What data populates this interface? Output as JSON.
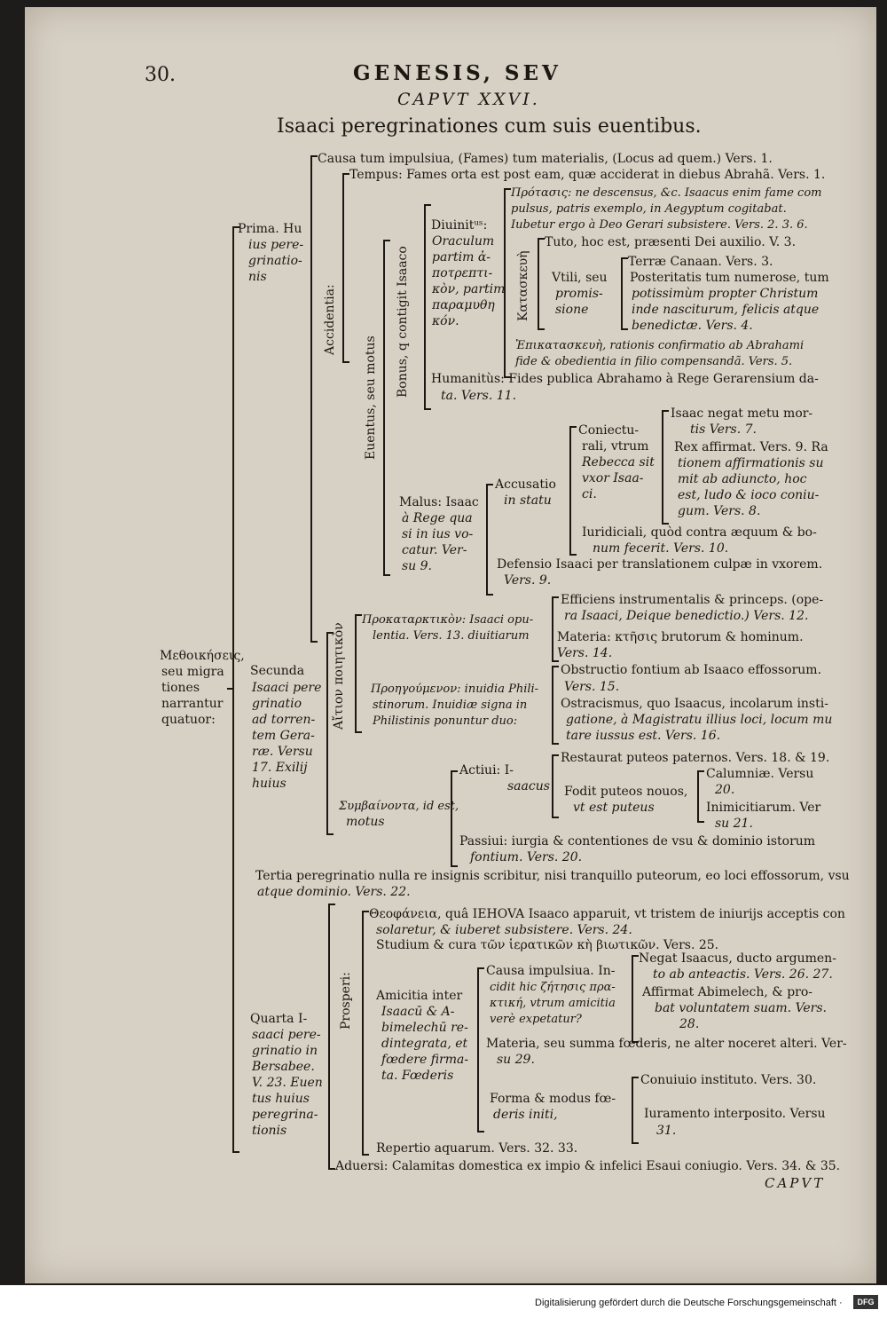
{
  "header": {
    "folio": "30.",
    "running_head": "GENESIS, SEV",
    "chapter": "CAPVT XXVI.",
    "title": "Isaaci peregrinationes cum suis euentibus."
  },
  "root": {
    "l1": "Μεθοικήσεις,",
    "l2": "seu migra",
    "l3": "tiones",
    "l4": "narrantur",
    "l5": "quatuor:"
  },
  "prima": {
    "label_l1": "Prima. Hu",
    "label_l2": "ius pere-",
    "label_l3": "grinatio-",
    "label_l4": "nis",
    "causa": "Causa tum impulsiua, (Fames) tum materialis, (Locus ad quem.) Vers. 1.",
    "tempus": "Tempus: Fames orta est post eam, quæ acciderat in diebus Abrahã. Vers. 1.",
    "accidentia": "Accidentia:",
    "euentus": "Euentus, seu motus",
    "bonus": "Bonus, q contigit Isaaco",
    "diuinit_l1": "Diuinitᵘˢ:",
    "diuinit_l2": "Oraculum",
    "diuinit_l3": "partim ἀ-",
    "diuinit_l4": "ποτρεπτι-",
    "diuinit_l5": "κὸν, partim",
    "diuinit_l6": "παραμυθη",
    "diuinit_l7": "κόν.",
    "protasis_l1": "Πρότασις: ne descensus, &c. Isaacus enim fame com",
    "protasis_l2": "pulsus, patris exemplo, in Aegyptum cogitabat.",
    "protasis_l3": "Iubetur ergo à Deo Gerari subsistere. Vers. 2. 3. 6.",
    "kataskeue": "Κατασκευὴ",
    "tuto": "Tuto, hoc est, præsenti Dei auxilio. V. 3.",
    "vtili_l1": "Vtili, seu",
    "vtili_l2": "promis-",
    "vtili_l3": "sione",
    "terrae": "Terræ Canaan. Vers. 3.",
    "post_l1": "Posteritatis tum numerose, tum",
    "post_l2": "potissimùm propter Christum",
    "post_l3": "inde nasciturum, felicis atque",
    "post_l4": "benedictæ. Vers. 4.",
    "epikat_l1": "Ἐπικατασκευὴ, rationis confirmatio ab Abrahami",
    "epikat_l2": "fide & obedientia in filio compensandã. Vers. 5.",
    "human_l1": "Humanitùs: Fides publica Abrahamo à Rege Gerarensium da-",
    "human_l2": "ta. Vers. 11.",
    "malus_l1": "Malus: Isaac",
    "malus_l2": "à Rege qua",
    "malus_l3": "si in ius vo-",
    "malus_l4": "catur. Ver-",
    "malus_l5": "su 9.",
    "accus_l1": "Accusatio",
    "accus_l2": "in statu",
    "coniec_l1": "Coniectu-",
    "coniec_l2": "rali, vtrum",
    "coniec_l3": "Rebecca sit",
    "coniec_l4": "vxor Isaa-",
    "coniec_l5": "ci.",
    "isaac_neg_l1": "Isaac negat metu mor-",
    "isaac_neg_l2": "tis Vers. 7.",
    "rex_l1": "Rex affirmat. Vers. 9. Ra",
    "rex_l2": "tionem affirmationis su",
    "rex_l3": "mit ab adiuncto, hoc",
    "rex_l4": "est, ludo & ioco coniu-",
    "rex_l5": "gum. Vers. 8.",
    "iurid_l1": "Iuridiciali, quòd contra æquum & bo-",
    "iurid_l2": "num fecerit. Vers. 10.",
    "defens_l1": "Defensio Isaaci per translationem culpæ in vxorem.",
    "defens_l2": "Vers. 9."
  },
  "secunda": {
    "label_l1": "Secunda",
    "label_l2": "Isaaci pere",
    "label_l3": "grinatio",
    "label_l4": "ad torren-",
    "label_l5": "tem Gera-",
    "label_l6": "ræ. Versu",
    "label_l7": "17. Exilij",
    "label_l8": "huius",
    "aitiou": "Αἴτιον ποιητικὸν",
    "prokat_l1": "Προκαταρκτικὸν: Isaaci opu-",
    "prokat_l2": "lentia. Vers. 13. diuitiarum",
    "efficiens_l1": "Efficiens instrumentalis & princeps. (ope-",
    "efficiens_l2": "ra Isaaci, Deique benedictio.) Vers. 12.",
    "materia_l1": "Materia: κτῆσις brutorum & hominum.",
    "materia_l2": "Vers. 14.",
    "proeg_l1": "Προηγούμενον: inuidia Phili-",
    "proeg_l2": "stinorum. Inuidiæ signa in",
    "proeg_l3": "Philistinis ponuntur duo:",
    "obstr_l1": "Obstructio fontium ab Isaaco effossorum.",
    "obstr_l2": "Vers. 15.",
    "ostr_l1": "Ostracismus, quo Isaacus, incolarum insti-",
    "ostr_l2": "gatione, à Magistratu illius loci, locum mu",
    "ostr_l3": "tare iussus est. Vers. 16.",
    "symb_l1": "Συμβαίνοντα, id est,",
    "symb_l2": "motus",
    "actiui_l1": "Actiui: I-",
    "actiui_l2": "saacus",
    "restaurat": "Restaurat puteos paternos. Vers. 18. & 19.",
    "fodit_l1": "Fodit puteos nouos,",
    "fodit_l2": "vt est puteus",
    "calum_l1": "Calumniæ. Versu",
    "calum_l2": "20.",
    "inim_l1": "Inimicitiarum. Ver",
    "inim_l2": "su 21.",
    "passiui_l1": "Passiui: iurgia & contentiones de vsu & dominio istorum",
    "passiui_l2": "fontium. Vers. 20."
  },
  "tertia": {
    "l1": "Tertia peregrinatio nulla re insignis scribitur, nisi tranquillo puteorum, eo loci effossorum, vsu",
    "l2": "atque dominio. Vers. 22."
  },
  "quarta": {
    "label_l1": "Quarta I-",
    "label_l2": "saaci pere-",
    "label_l3": "grinatio in",
    "label_l4": "Bersabee.",
    "label_l5": "V. 23. Euen",
    "label_l6": "tus huius",
    "label_l7": "peregrina-",
    "label_l8": "tionis",
    "prosperi": "Prosperi:",
    "theoph_l1": "Θεοφάνεια, quâ IEHOVA Isaaco apparuit, vt tristem de iniurijs acceptis con",
    "theoph_l2": "solaretur, & iuberet subsistere. Vers. 24.",
    "studium": "Studium & cura τῶν ἱερατικῶν κὴ βιωτικῶν. Vers. 25.",
    "amic_l1": "Amicitia inter",
    "amic_l2": "Isaacū & A-",
    "amic_l3": "bimelechū re-",
    "amic_l4": "dintegrata, et",
    "amic_l5": "fœdere firma-",
    "amic_l6": "ta. Fœderis",
    "causa_l1": "Causa impulsiua. In-",
    "causa_l2": "cidit hic ζήτησις πρα-",
    "causa_l3": "κτική, vtrum amicitia",
    "causa_l4": "verè expetatur?",
    "negat_l1": "Negat Isaacus, ducto argumen-",
    "negat_l2": "to ab anteactis. Vers. 26. 27.",
    "affirm_l1": "Affirmat Abimelech, & pro-",
    "affirm_l2": "bat voluntatem suam. Vers.",
    "affirm_l3": "28.",
    "materia_l1": "Materia, seu summa fœderis, ne alter noceret alteri. Ver-",
    "materia_l2": "su 29.",
    "forma_l1": "Forma & modus fœ-",
    "forma_l2": "deris initi,",
    "conuiuio": "Conuiuio instituto. Vers. 30.",
    "iur_l1": "Iuramento interposito. Versu",
    "iur_l2": "31.",
    "repertio": "Repertio aquarum. Vers. 32. 33.",
    "aduersi": "Aduersi: Calamitas domestica ex impio & infelici Esaui coniugio. Vers. 34. & 35."
  },
  "catchword": "CAPVT",
  "footer": {
    "credit": "Digitalisierung gefördert durch die Deutsche Forschungsgemeinschaft ·",
    "logo": "DFG"
  }
}
